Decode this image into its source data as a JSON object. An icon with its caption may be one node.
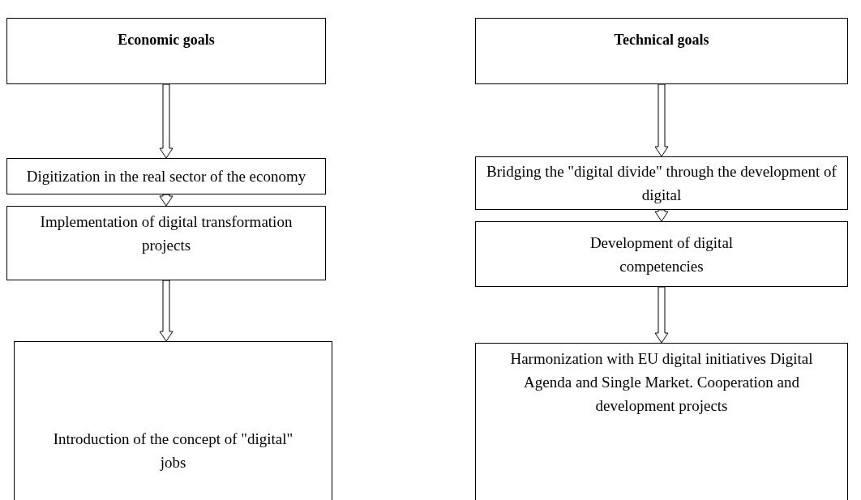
{
  "diagram": {
    "nodes": [
      {
        "text": [
          "Economic goals"
        ]
      },
      {
        "text": [
          "Digitization in the real sector of the economy"
        ]
      },
      {
        "text": [
          "Implementation of digital transformation projects"
        ]
      },
      {
        "text": [
          "Introduction of the concept of \"digital\" jobs"
        ]
      },
      {
        "text": [
          "Technical goals"
        ]
      },
      {
        "text": [
          "Bridging the \"digital divide\" through the development of digital"
        ]
      },
      {
        "text": [
          "Development of digital competencies"
        ]
      },
      {
        "text": [
          "Harmonization with EU digital initiatives Digital Agenda and Single Market. Cooperation and development projects"
        ]
      }
    ],
    "edges": [
      {
        "from": 0,
        "to": 1,
        "arrow": "to"
      },
      {
        "from": 1,
        "to": 2,
        "arrow": "to"
      },
      {
        "from": 2,
        "to": 3,
        "arrow": "to"
      },
      {
        "from": 4,
        "to": 5,
        "arrow": "to"
      },
      {
        "from": 5,
        "to": 6,
        "arrow": "to"
      },
      {
        "from": 6,
        "to": 7,
        "arrow": "to"
      }
    ]
  }
}
